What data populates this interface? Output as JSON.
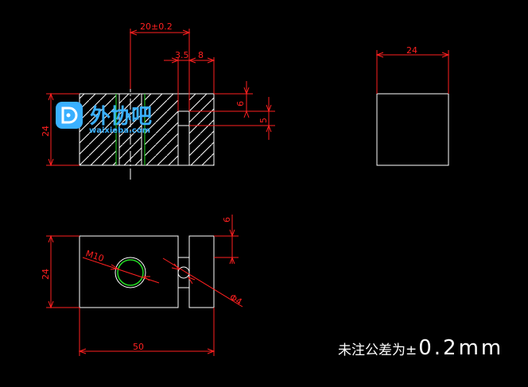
{
  "colors": {
    "background": "#000000",
    "outline": "#ffffff",
    "dimension": "#ff2020",
    "thread": "#22dd22",
    "center_line": "#ffffff",
    "logo": "#3ab0ff"
  },
  "dimensions": {
    "slot_offset": "20±0.2",
    "slot_a": "3.5",
    "slot_b": "8",
    "height_front": "24",
    "right_6": "6",
    "right_5": "5",
    "side_width": "24",
    "top_height": "24",
    "top_right_6": "6",
    "thread": "M10",
    "hole": "Φ4",
    "length": "50"
  },
  "note": {
    "prefix": "未注公差为±",
    "value": "0.2mm"
  },
  "watermark": {
    "title": "外协吧",
    "url": "waixieba.com",
    "icon": "d-logo-icon"
  }
}
